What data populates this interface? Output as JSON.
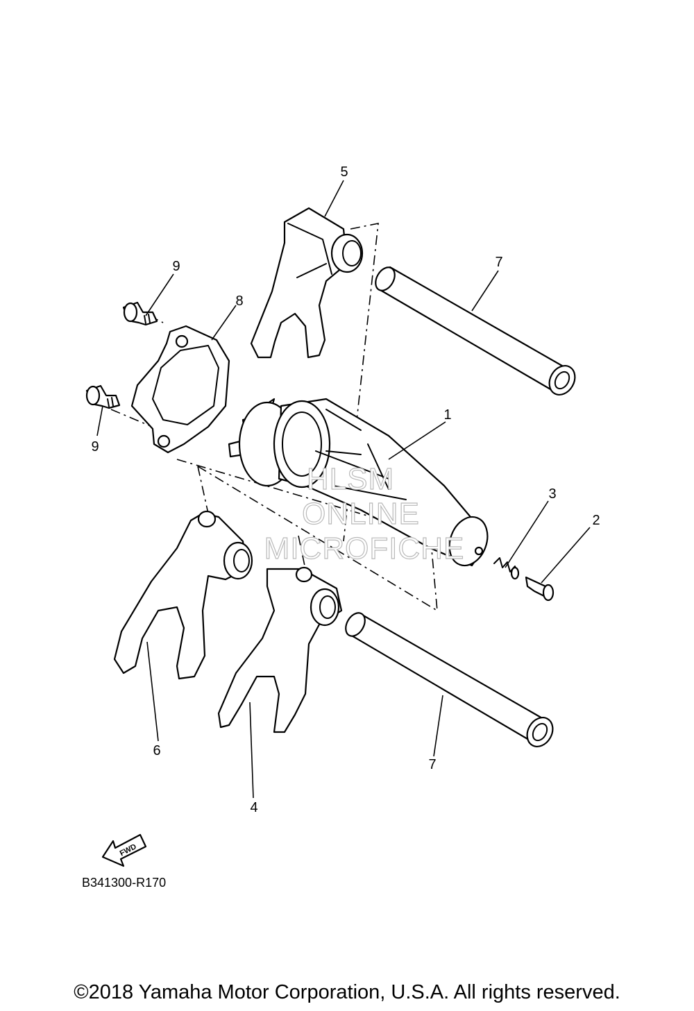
{
  "diagram": {
    "callouts": [
      {
        "id": "1",
        "label": "1"
      },
      {
        "id": "2",
        "label": "2"
      },
      {
        "id": "3",
        "label": "3"
      },
      {
        "id": "4",
        "label": "4"
      },
      {
        "id": "5",
        "label": "5"
      },
      {
        "id": "6",
        "label": "6"
      },
      {
        "id": "7a",
        "label": "7"
      },
      {
        "id": "7b",
        "label": "7"
      },
      {
        "id": "8",
        "label": "8"
      },
      {
        "id": "9a",
        "label": "9"
      },
      {
        "id": "9b",
        "label": "9"
      }
    ],
    "fwd_label": "FWD",
    "reference_code": "B341300-R170",
    "watermark": [
      "HLSM",
      "ONLINE",
      "MICROFICHE"
    ]
  },
  "footer": {
    "copyright": "©2018 Yamaha Motor Corporation, U.S.A. All rights reserved."
  }
}
